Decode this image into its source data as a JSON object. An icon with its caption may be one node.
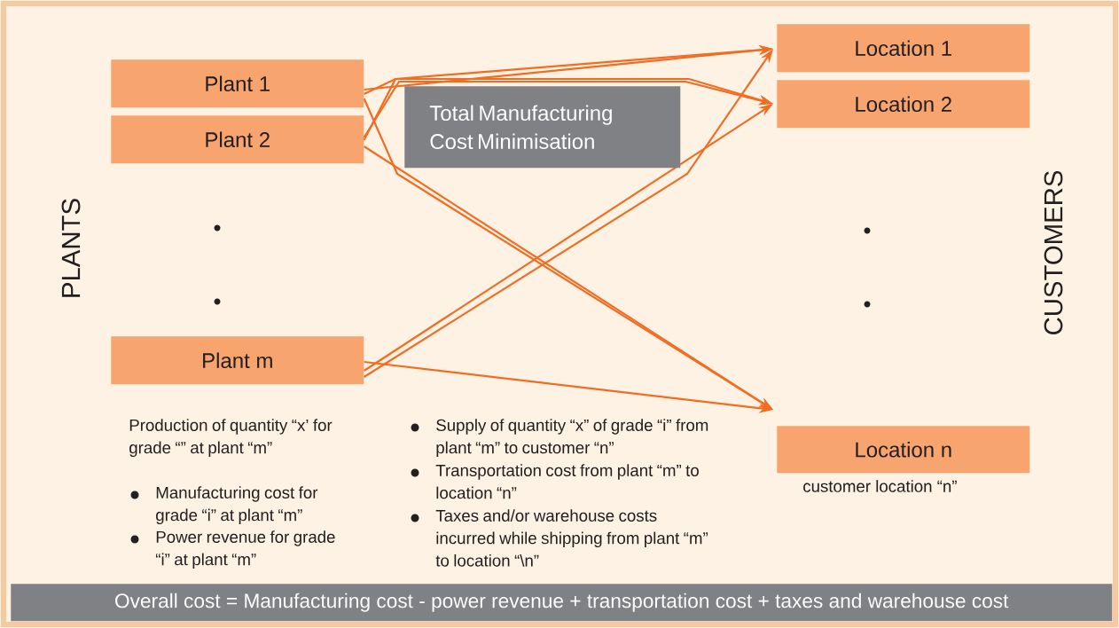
{
  "diagram": {
    "nodes": [
      {
        "text": [
          "Plant 1"
        ]
      },
      {
        "text": [
          "Plant 2"
        ]
      },
      {
        "text": [
          "Plant m"
        ]
      },
      {
        "text": [
          "Total Manufacturing Cost Minimisation"
        ]
      },
      {
        "text": [
          "Location 1"
        ]
      },
      {
        "text": [
          "Location 2"
        ]
      },
      {
        "text": [
          "Location n"
        ],
        "beside": [
          "customer location “n”"
        ]
      },
      {
        "text": [
          "Overall cost = Manufacturing cost - power revenue + transportation cost + taxes and warehouse cost"
        ]
      }
    ],
    "edges": [
      {
        "from": 0,
        "to": 4,
        "arrow": "to"
      },
      {
        "from": 0,
        "to": 5,
        "arrow": "to"
      },
      {
        "from": 0,
        "to": 6,
        "arrow": "to"
      },
      {
        "from": 1,
        "to": 4,
        "arrow": "to"
      },
      {
        "from": 1,
        "to": 5,
        "arrow": "to"
      },
      {
        "from": 1,
        "to": 6,
        "arrow": "to"
      },
      {
        "from": 2,
        "to": 4,
        "arrow": "to"
      },
      {
        "from": 2,
        "to": 5,
        "arrow": "to"
      },
      {
        "from": 2,
        "to": 6,
        "arrow": "to"
      }
    ],
    "labels": [
      "PLANTS",
      "CUSTOMERS",
      "Production of quantity “x’ for grade “” at plant “m”",
      "Manufacturing cost for grade “i” at plant “m”",
      "Power revenue for grade “i” at plant “m”",
      "Supply of quantity “x” of grade “i” from plant “m” to customer “n”",
      "Transportation cost from plant “m” to location “n”",
      "Taxes and/or warehouse costs incurred while shipping from plant “m” to location “\\n”"
    ]
  }
}
